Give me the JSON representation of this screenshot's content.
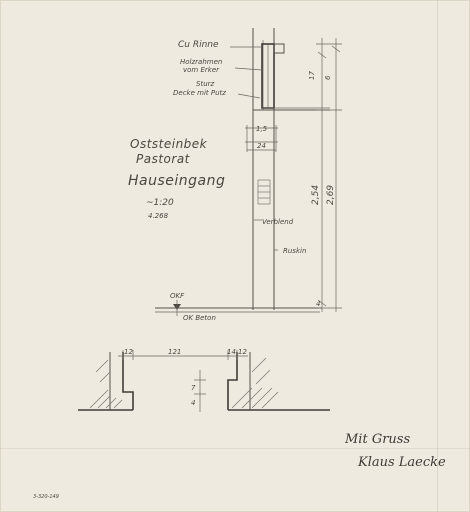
{
  "sheet": {
    "title_lines": [
      "Oststeinbek",
      "Pastorat",
      "Hauseingang"
    ],
    "scale": "~1:20",
    "date": "4.268"
  },
  "labels": {
    "cu_rinne": "Cu Rinne",
    "holzrahmen_1": "Holzrahmen",
    "holzrahmen_2": "vom Erker",
    "sturz_1": "Sturz",
    "sturz_2": "Decke mit Putz",
    "verblend": "Verblend",
    "rustik": "Ruskin",
    "okf": "OKF",
    "ok_beton": "OK Beton"
  },
  "dimensions": {
    "d_1_5": "1,5",
    "d_24": "24",
    "d_17": "17",
    "d_2_54": "2,54",
    "d_2_69": "2,69",
    "d_12": "12",
    "d_121": "121",
    "d_12b": "12",
    "d_14": "14",
    "d_7": "7",
    "d_4": "4",
    "d_top": "6",
    "d_bottom": "4"
  },
  "signature": {
    "line1": "Mit Gruss",
    "line2": "Klaus Laecke"
  },
  "stamp": "3-320-149"
}
